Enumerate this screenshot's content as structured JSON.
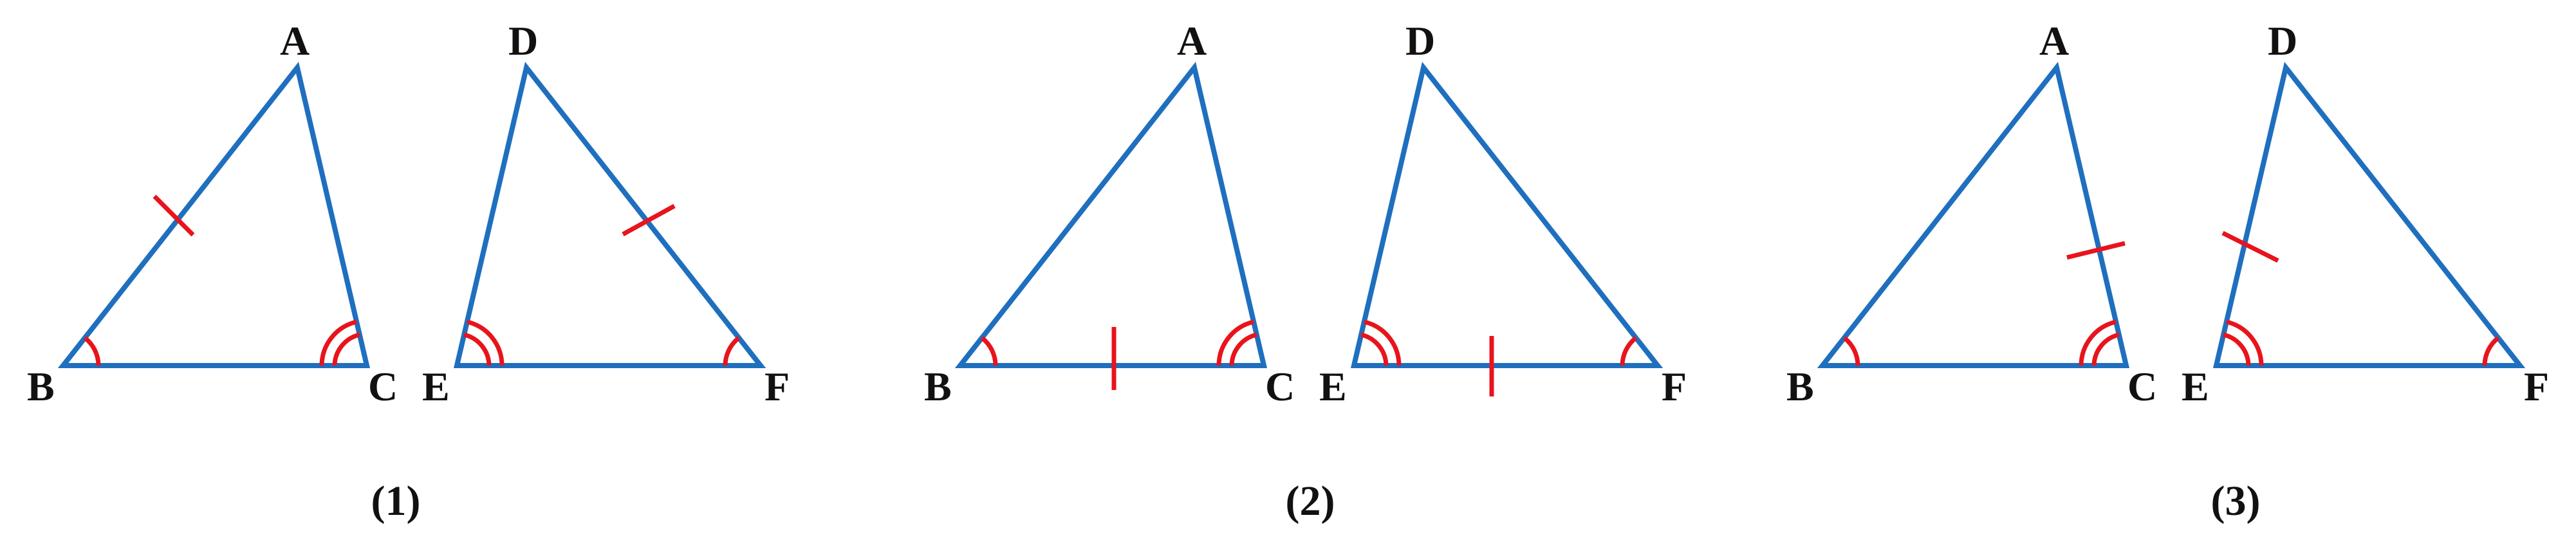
{
  "colors": {
    "edge": "#1f6fbf",
    "mark": "#e8141c",
    "text": "#111111"
  },
  "panels": [
    {
      "caption": "(1)",
      "triangles": [
        {
          "vertices": [
            "A",
            "B",
            "C"
          ]
        },
        {
          "vertices": [
            "D",
            "E",
            "F"
          ]
        }
      ]
    },
    {
      "caption": "(2)",
      "triangles": [
        {
          "vertices": [
            "A",
            "B",
            "C"
          ]
        },
        {
          "vertices": [
            "D",
            "E",
            "F"
          ]
        }
      ]
    },
    {
      "caption": "(3)",
      "triangles": [
        {
          "vertices": [
            "A",
            "B",
            "C"
          ]
        },
        {
          "vertices": [
            "D",
            "E",
            "F"
          ]
        }
      ]
    }
  ]
}
